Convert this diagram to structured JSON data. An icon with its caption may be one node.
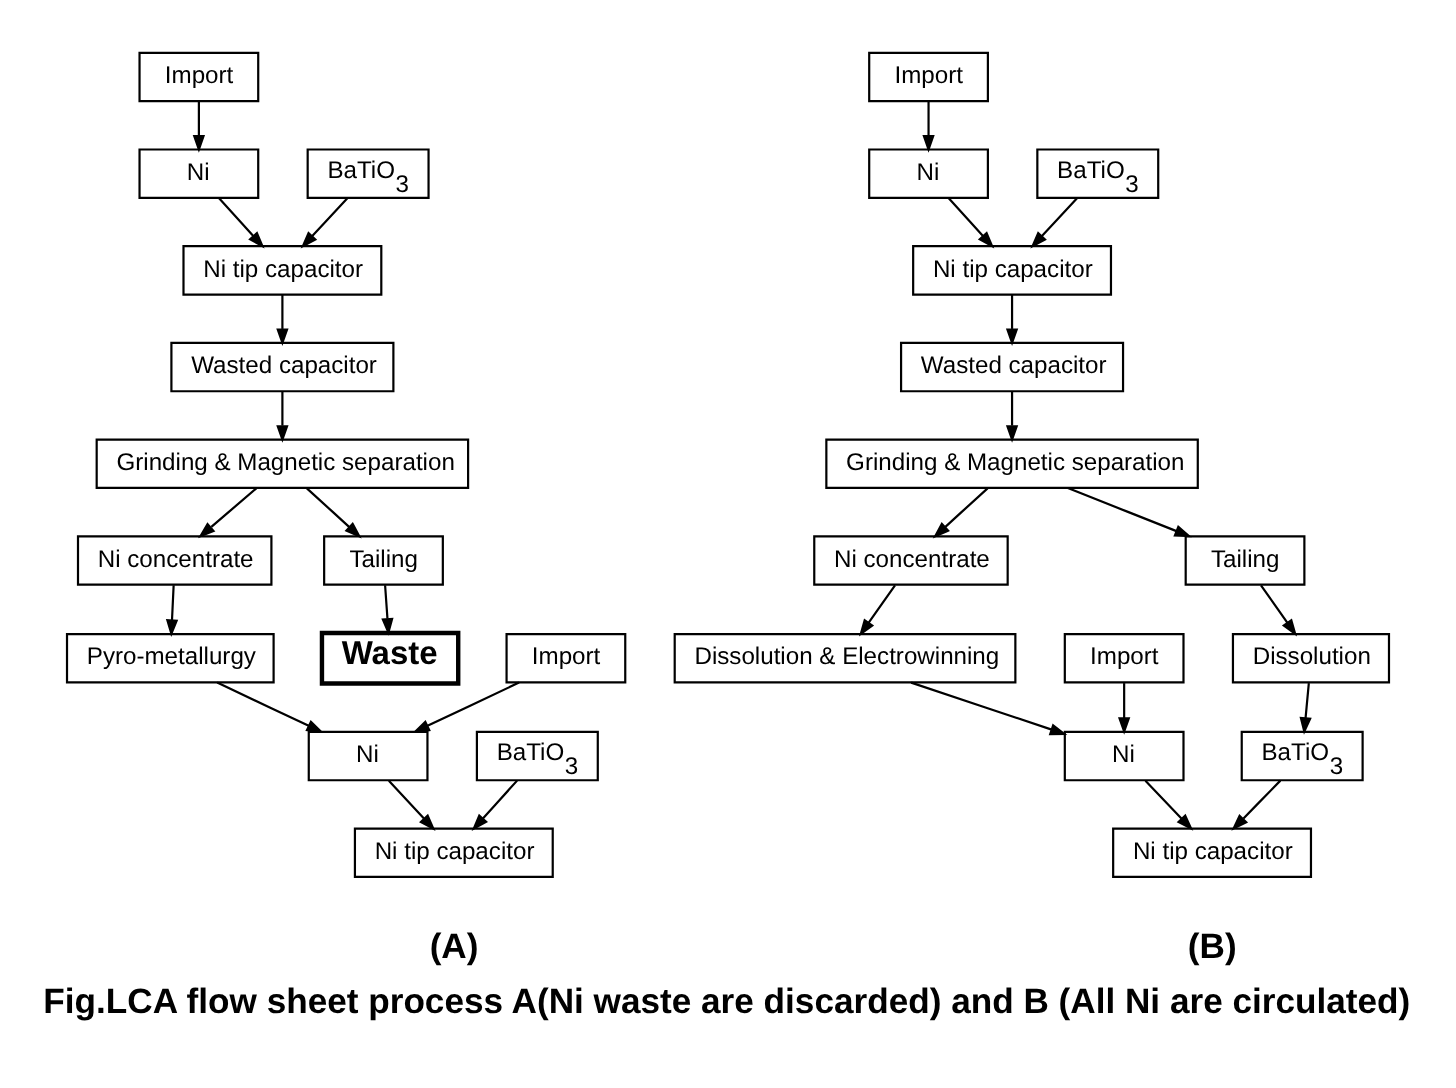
{
  "diagram": {
    "caption": "Fig.LCA flow sheet process A(Ni waste are discarded) and B (All Ni are circulated)",
    "nodes": [
      {
        "text": [
          "Import"
        ]
      },
      {
        "text": [
          "Ni"
        ]
      },
      {
        "text": [
          "BaTiO$_{3}$"
        ]
      },
      {
        "text": [
          "Ni tip capacitor"
        ]
      },
      {
        "text": [
          "Wasted capacitor"
        ]
      },
      {
        "text": [
          "Grinding & Magnetic separation"
        ]
      },
      {
        "text": [
          "Ni concentrate"
        ]
      },
      {
        "text": [
          "Tailing"
        ]
      },
      {
        "text": [
          "Waste"
        ]
      },
      {
        "text": [
          "Pyro-metallurgy"
        ]
      },
      {
        "text": [
          "Import"
        ]
      },
      {
        "text": [
          "Ni"
        ]
      },
      {
        "text": [
          "BaTiO$_{3}$"
        ]
      },
      {
        "text": [
          "Ni tip capacitor"
        ]
      },
      {
        "text": [
          "Import"
        ]
      },
      {
        "text": [
          "Ni"
        ]
      },
      {
        "text": [
          "BaTiO$_{3}$"
        ]
      },
      {
        "text": [
          "Ni tip capacitor"
        ]
      },
      {
        "text": [
          "Wasted capacitor"
        ]
      },
      {
        "text": [
          "Grinding & Magnetic separation"
        ]
      },
      {
        "text": [
          "Ni concentrate"
        ]
      },
      {
        "text": [
          "Tailing"
        ]
      },
      {
        "text": [
          "Dissolution"
        ]
      },
      {
        "text": [
          "Dissolution & Electrowinning"
        ]
      },
      {
        "text": [
          "Import"
        ]
      },
      {
        "text": [
          "Ni"
        ]
      },
      {
        "text": [
          "BaTiO$_{3}$"
        ]
      },
      {
        "text": [
          "Ni tip capacitor"
        ]
      }
    ],
    "edges": [
      {
        "from": 0,
        "to": 1,
        "arrow": "to"
      },
      {
        "from": 1,
        "to": 3,
        "arrow": "to"
      },
      {
        "from": 2,
        "to": 3,
        "arrow": "to"
      },
      {
        "from": 3,
        "to": 4,
        "arrow": "to"
      },
      {
        "from": 4,
        "to": 5,
        "arrow": "to"
      },
      {
        "from": 5,
        "to": 6,
        "arrow": "to"
      },
      {
        "from": 5,
        "to": 7,
        "arrow": "to"
      },
      {
        "from": 7,
        "to": 8,
        "arrow": "to"
      },
      {
        "from": 6,
        "to": 9,
        "arrow": "to"
      },
      {
        "from": 9,
        "to": 11,
        "arrow": "to"
      },
      {
        "from": 10,
        "to": 11,
        "arrow": "to"
      },
      {
        "from": 11,
        "to": 13,
        "arrow": "to"
      },
      {
        "from": 12,
        "to": 13,
        "arrow": "to"
      },
      {
        "from": 14,
        "to": 15,
        "arrow": "to"
      },
      {
        "from": 15,
        "to": 17,
        "arrow": "to"
      },
      {
        "from": 16,
        "to": 17,
        "arrow": "to"
      },
      {
        "from": 17,
        "to": 18,
        "arrow": "to"
      },
      {
        "from": 18,
        "to": 19,
        "arrow": "to"
      },
      {
        "from": 19,
        "to": 20,
        "arrow": "to"
      },
      {
        "from": 19,
        "to": 21,
        "arrow": "to"
      },
      {
        "from": 21,
        "to": 22,
        "arrow": "to"
      },
      {
        "from": 20,
        "to": 23,
        "arrow": "to"
      },
      {
        "from": 22,
        "to": 26,
        "arrow": "to"
      },
      {
        "from": 23,
        "to": 25,
        "arrow": "to"
      },
      {
        "from": 24,
        "to": 25,
        "arrow": "to"
      },
      {
        "from": 25,
        "to": 27,
        "arrow": "to"
      },
      {
        "from": 26,
        "to": 27,
        "arrow": "to"
      }
    ],
    "labels": [
      "(A)",
      "(B)"
    ]
  }
}
